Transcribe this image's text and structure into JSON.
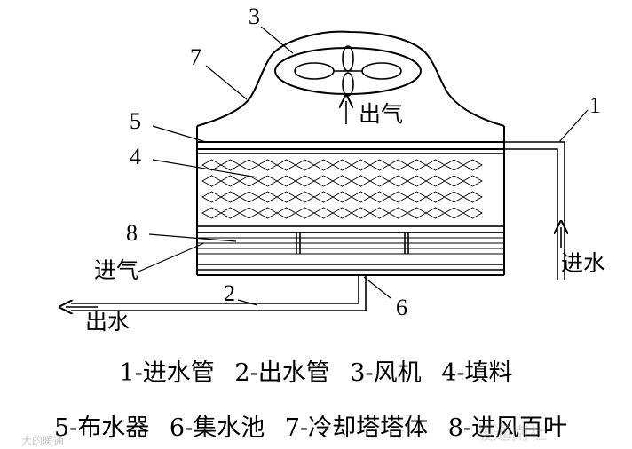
{
  "labels": {
    "n1": "1",
    "n2": "2",
    "n3": "3",
    "n4": "4",
    "n5": "5",
    "n6": "6",
    "n7": "7",
    "n8": "8",
    "air_out": "出气",
    "air_in": "进气",
    "water_in": "进水",
    "water_out": "出水"
  },
  "legend": {
    "row1": [
      "1-进水管",
      "2-出水管",
      "3-风机",
      "4-填料"
    ],
    "row2": [
      "5-布水器",
      "6-集水池",
      "7-冷却塔塔体",
      "8-进风百叶"
    ]
  },
  "watermark": {
    "left": "大的暖通",
    "right": "暖通南社"
  },
  "colors": {
    "line": "#000000",
    "background": "#ffffff",
    "watermark": "#9a9a9a"
  }
}
